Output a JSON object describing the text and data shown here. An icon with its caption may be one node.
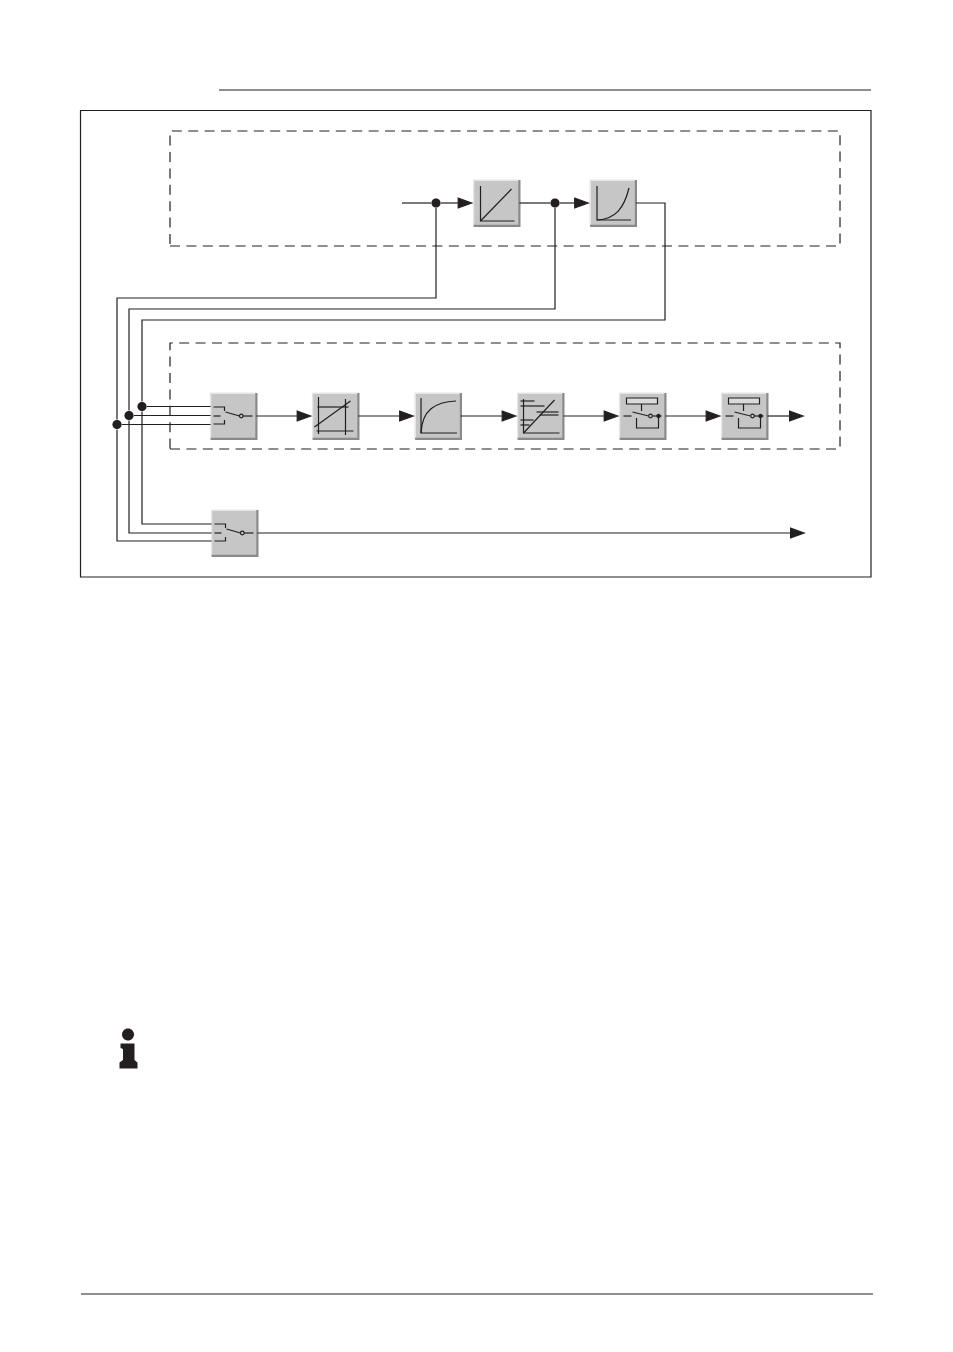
{
  "diagram": {
    "nodes": [
      {
        "text": [],
        "shape": "box"
      },
      {
        "text": [],
        "shape": "circle",
        "in": 0
      },
      {
        "text": [],
        "shape": "box",
        "in": 0
      },
      {
        "text": [],
        "shape": "circle",
        "in": 0
      },
      {
        "text": [],
        "shape": "box",
        "in": 0
      },
      {
        "text": [],
        "shape": "box"
      },
      {
        "text": [],
        "shape": "circle"
      },
      {
        "text": [],
        "shape": "circle"
      },
      {
        "text": [],
        "shape": "circle"
      },
      {
        "text": [],
        "shape": "box",
        "in": 5
      },
      {
        "text": [],
        "shape": "box",
        "in": 5
      },
      {
        "text": [],
        "shape": "box",
        "in": 5
      },
      {
        "text": [],
        "shape": "box",
        "in": 5
      },
      {
        "text": [],
        "shape": "box",
        "in": 5
      },
      {
        "text": [],
        "shape": "box",
        "in": 5
      },
      {
        "text": [],
        "shape": "box"
      }
    ],
    "edges": [
      {
        "from": null,
        "to": 1,
        "arrow": "none"
      },
      {
        "from": 1,
        "to": 2,
        "arrow": "to"
      },
      {
        "from": 2,
        "to": 3,
        "arrow": "none"
      },
      {
        "from": 3,
        "to": 4,
        "arrow": "to"
      },
      {
        "from": 1,
        "to": 8,
        "arrow": "none"
      },
      {
        "from": 3,
        "to": 7,
        "arrow": "none"
      },
      {
        "from": 4,
        "to": 6,
        "arrow": "none"
      },
      {
        "from": 6,
        "to": 9,
        "arrow": "none"
      },
      {
        "from": 7,
        "to": 9,
        "arrow": "none"
      },
      {
        "from": 8,
        "to": 9,
        "arrow": "none"
      },
      {
        "from": 6,
        "to": 15,
        "arrow": "none"
      },
      {
        "from": 7,
        "to": 15,
        "arrow": "none"
      },
      {
        "from": 8,
        "to": 15,
        "arrow": "none"
      },
      {
        "from": 9,
        "to": 10,
        "arrow": "to"
      },
      {
        "from": 10,
        "to": 11,
        "arrow": "to"
      },
      {
        "from": 11,
        "to": 12,
        "arrow": "to"
      },
      {
        "from": 12,
        "to": 13,
        "arrow": "to"
      },
      {
        "from": 13,
        "to": 14,
        "arrow": "to"
      },
      {
        "from": 14,
        "to": null,
        "arrow": "to"
      },
      {
        "from": 15,
        "to": null,
        "arrow": "to"
      }
    ]
  }
}
